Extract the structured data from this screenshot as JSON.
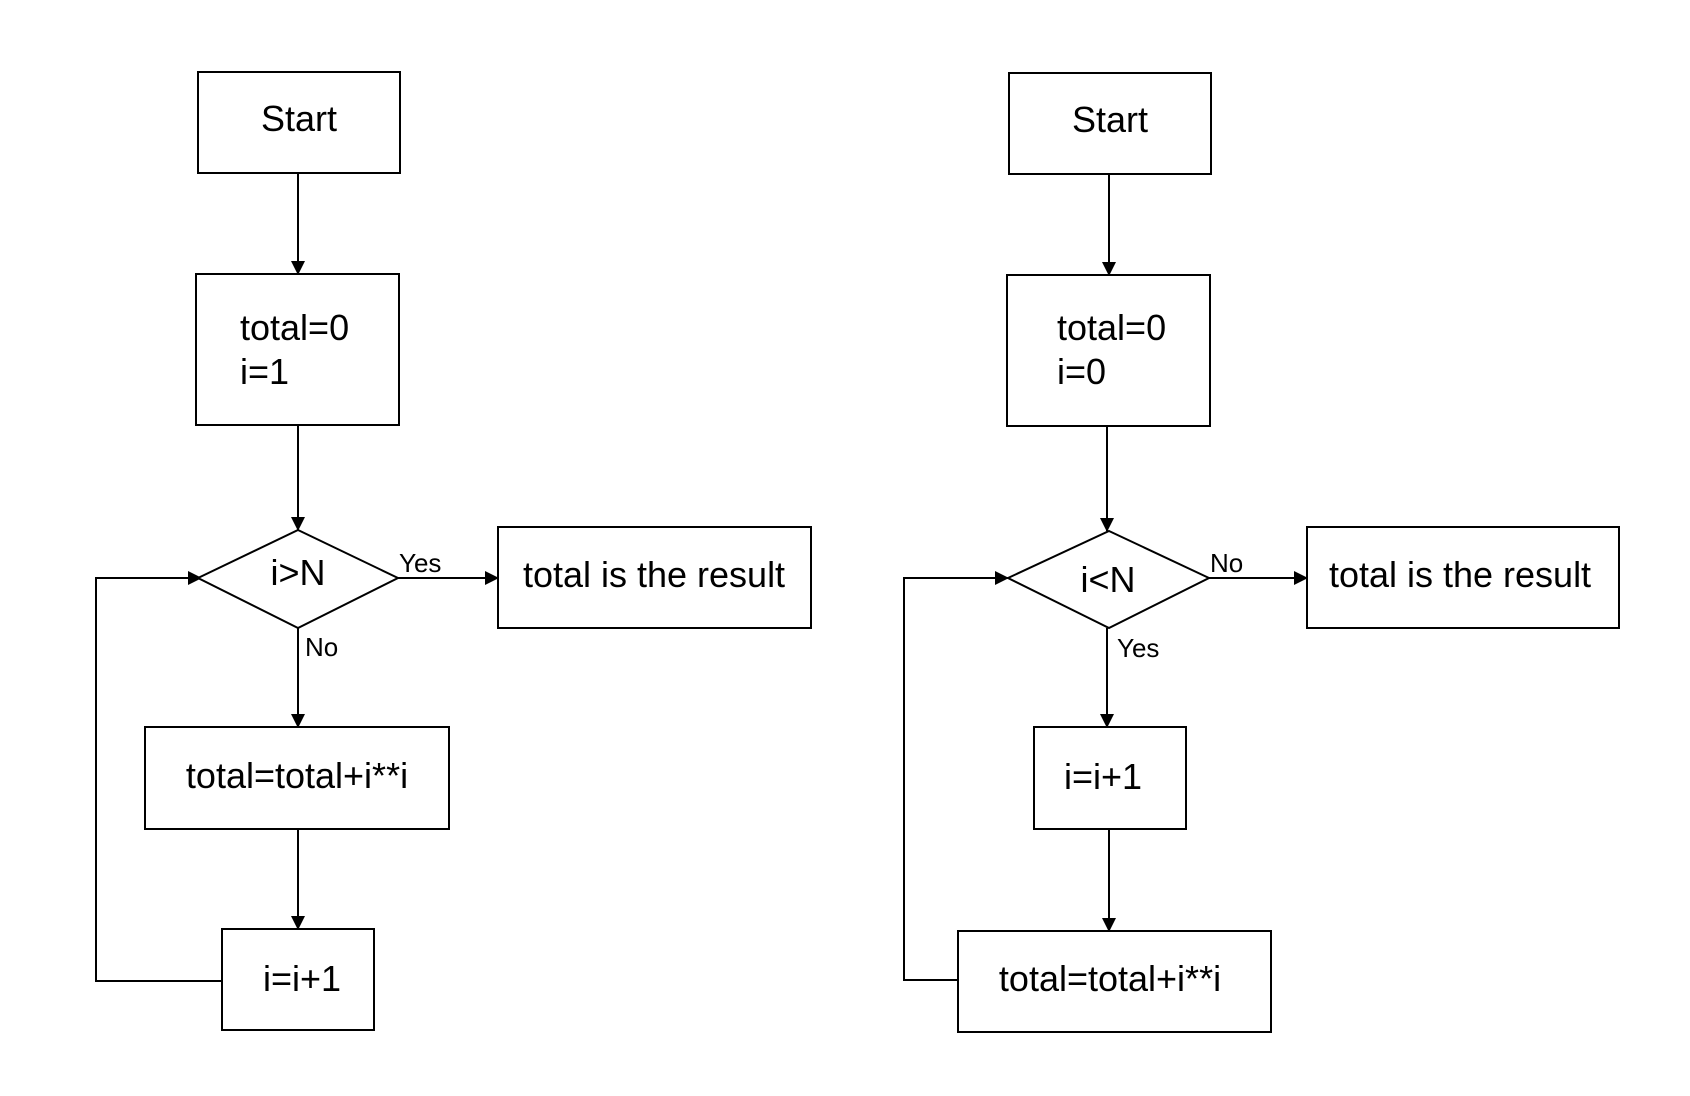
{
  "flowcharts": [
    {
      "start": "Start",
      "init_line1": "total=0",
      "init_line2": "i=1",
      "condition": "i>N",
      "yes_label": "Yes",
      "no_label": "No",
      "result": "total is the result",
      "step1": "total=total+i**i",
      "step2": "i=i+1"
    },
    {
      "start": "Start",
      "init_line1": "total=0",
      "init_line2": "i=0",
      "condition": "i<N",
      "no_label": "No",
      "yes_label": "Yes",
      "result": "total is the result",
      "step1": "i=i+1",
      "step2": "total=total+i**i"
    }
  ]
}
